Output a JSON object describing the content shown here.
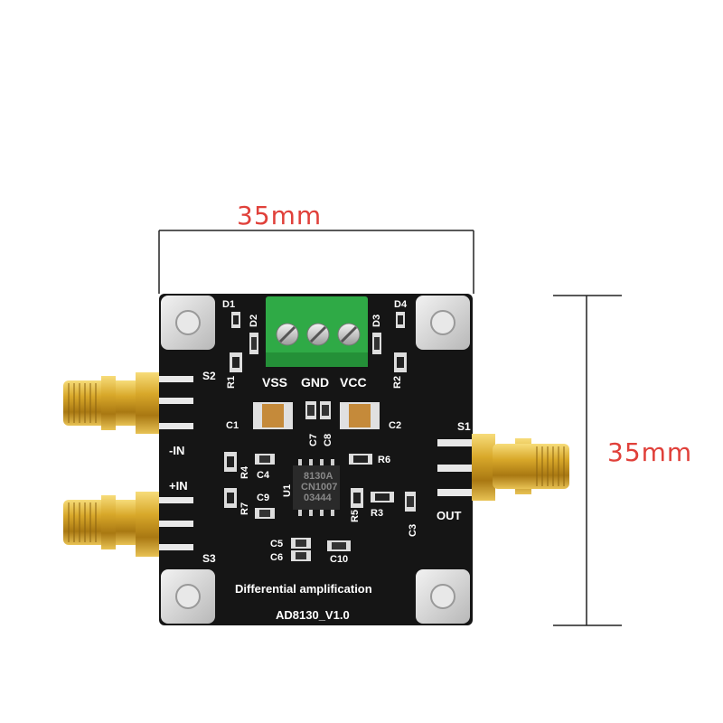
{
  "dimensions": {
    "width_label": "35mm",
    "height_label": "35mm"
  },
  "board": {
    "title": "Differential amplification",
    "model": "AD8130_V1.0",
    "terminal_labels": [
      "VSS",
      "GND",
      "VCC"
    ],
    "connector_labels": {
      "s1": "S1",
      "s2": "S2",
      "s3": "S3",
      "minus_in": "-IN",
      "plus_in": "+IN",
      "out": "OUT"
    },
    "chip_label": "U1",
    "chip_marking": [
      "8130A",
      "CN1007",
      "03444"
    ],
    "components": {
      "d1": "D1",
      "d2": "D2",
      "d3": "D3",
      "d4": "D4",
      "r1": "R1",
      "r2": "R2",
      "r3": "R3",
      "r4": "R4",
      "r5": "R5",
      "r6": "R6",
      "r7": "R7",
      "c1": "C1",
      "c2": "C2",
      "c3": "C3",
      "c4": "C4",
      "c5": "C5",
      "c6": "C6",
      "c7": "C7",
      "c8": "C8",
      "c9": "C9",
      "c10": "C10"
    },
    "colors": {
      "pcb": "#151515",
      "terminal": "#2faa46",
      "gold": "#d8a82a",
      "dimension": "#e0403a"
    }
  }
}
